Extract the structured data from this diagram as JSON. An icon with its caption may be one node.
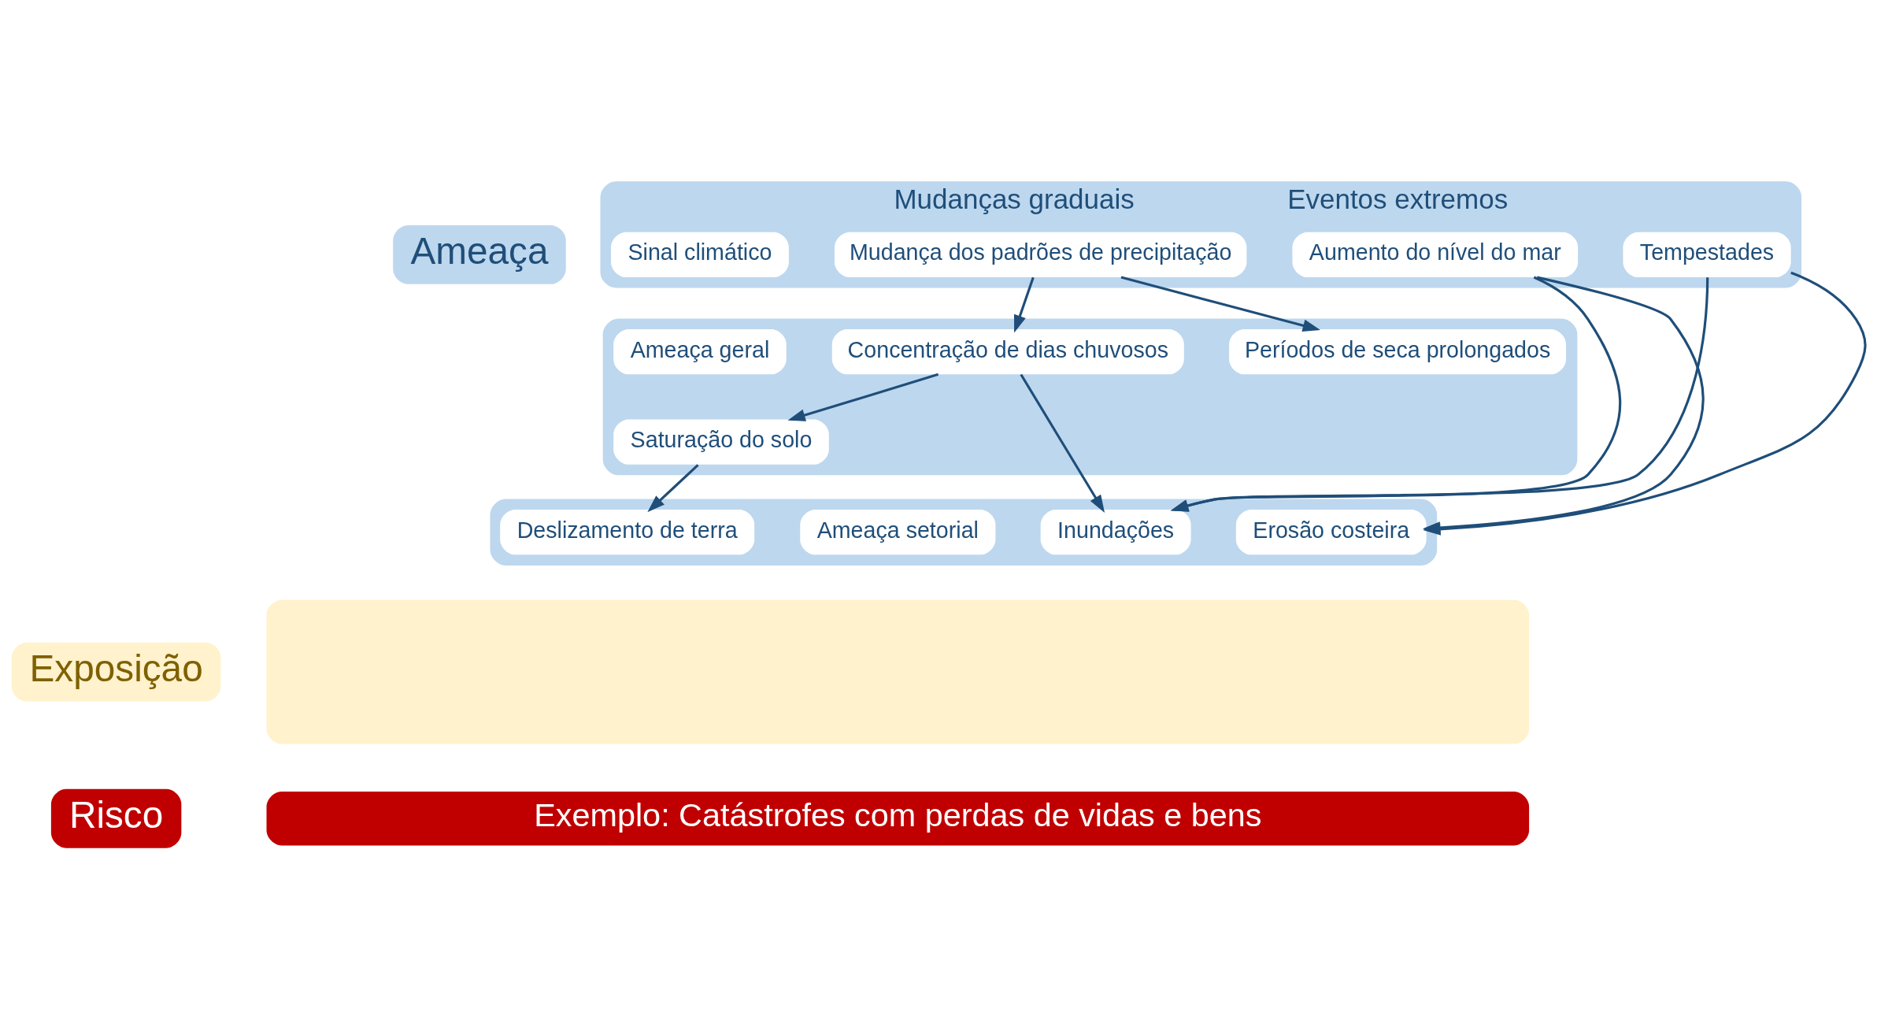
{
  "diagram": {
    "nodes": [
      {
        "text": [
          "Ameaça"
        ]
      },
      {
        "text": [
          "Mudanças graduais",
          "Eventos extremos"
        ]
      },
      {
        "text": [
          "Sinal climático"
        ],
        "in": 1
      },
      {
        "text": [
          "Mudança dos padrões de precipitação"
        ],
        "in": 1
      },
      {
        "text": [
          "Aumento do nível do mar"
        ],
        "in": 1
      },
      {
        "text": [
          "Tempestades"
        ],
        "in": 1
      },
      {
        "text": [],
        "shape": "box"
      },
      {
        "text": [
          "Ameaça geral"
        ],
        "in": 6
      },
      {
        "text": [
          "Períodos de seca prolongados"
        ],
        "in": 6
      },
      {
        "text": [
          "Concentração de dias chuvosos"
        ],
        "in": 6
      },
      {
        "text": [
          "Saturação do solo"
        ],
        "in": 6
      },
      {
        "text": [],
        "shape": "box"
      },
      {
        "text": [
          "Ameaça setorial"
        ],
        "in": 11
      },
      {
        "text": [
          "Deslizamento de terra"
        ],
        "in": 11
      },
      {
        "text": [
          "Inundações"
        ],
        "in": 11
      },
      {
        "text": [
          "Erosão costeira"
        ],
        "in": 11
      },
      {
        "text": [
          "Exposição"
        ]
      },
      {
        "text": [],
        "shape": "box"
      },
      {
        "text": [
          "Risco"
        ]
      },
      {
        "text": [
          "Exemplo: Catástrofes com perdas de vidas e bens"
        ]
      }
    ],
    "edges": [
      {
        "from": 3,
        "to": 8,
        "arrow": "to"
      },
      {
        "from": 3,
        "to": 9,
        "arrow": "to"
      },
      {
        "from": 9,
        "to": 10,
        "arrow": "to"
      },
      {
        "from": 10,
        "to": 13,
        "arrow": "to"
      },
      {
        "from": 9,
        "to": 14,
        "arrow": "to"
      },
      {
        "from": 4,
        "to": 14,
        "arrow": "to"
      },
      {
        "from": 5,
        "to": 14,
        "arrow": "to"
      },
      {
        "from": 5,
        "to": 15,
        "arrow": "to"
      },
      {
        "from": 4,
        "to": 15,
        "arrow": "to"
      }
    ]
  }
}
